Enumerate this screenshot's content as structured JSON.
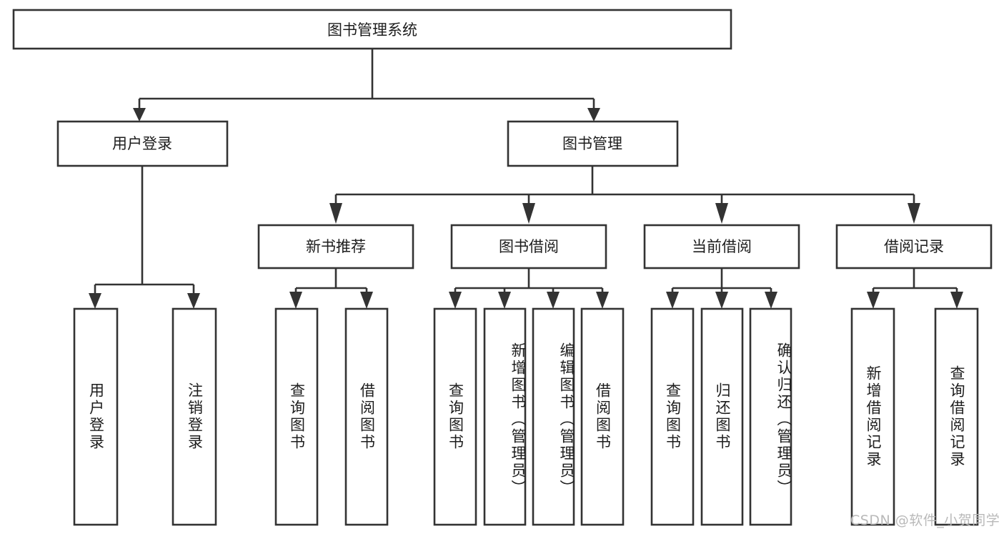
{
  "diagram": {
    "type": "tree",
    "root": {
      "id": "root",
      "label": "图书管理系统"
    },
    "level2": [
      {
        "id": "login",
        "label": "用户登录"
      },
      {
        "id": "bookmgmt",
        "label": "图书管理"
      }
    ],
    "level3": [
      {
        "id": "newbook",
        "label": "新书推荐",
        "parent": "bookmgmt"
      },
      {
        "id": "borrow",
        "label": "图书借阅",
        "parent": "bookmgmt"
      },
      {
        "id": "current",
        "label": "当前借阅",
        "parent": "bookmgmt"
      },
      {
        "id": "records",
        "label": "借阅记录",
        "parent": "bookmgmt"
      }
    ],
    "leaves": [
      {
        "id": "leaf-user-login",
        "label": "用户登录",
        "parent": "login"
      },
      {
        "id": "leaf-user-logout",
        "label": "注销登录",
        "parent": "login"
      },
      {
        "id": "leaf-query-book-1",
        "label": "查询图书",
        "parent": "newbook"
      },
      {
        "id": "leaf-borrow-book-1",
        "label": "借阅图书",
        "parent": "newbook"
      },
      {
        "id": "leaf-query-book-2",
        "label": "查询图书",
        "parent": "borrow"
      },
      {
        "id": "leaf-add-book",
        "label": "新增图书（管理员）",
        "parent": "borrow"
      },
      {
        "id": "leaf-edit-book",
        "label": "编辑图书（管理员）",
        "parent": "borrow"
      },
      {
        "id": "leaf-borrow-book-2",
        "label": "借阅图书",
        "parent": "borrow"
      },
      {
        "id": "leaf-query-book-3",
        "label": "查询图书",
        "parent": "current"
      },
      {
        "id": "leaf-return-book",
        "label": "归还图书",
        "parent": "current"
      },
      {
        "id": "leaf-confirm-return",
        "label": "确认归还（管理员）",
        "parent": "current"
      },
      {
        "id": "leaf-add-record",
        "label": "新增借阅记录",
        "parent": "records"
      },
      {
        "id": "leaf-query-record",
        "label": "查询借阅记录",
        "parent": "records"
      }
    ],
    "colors": {
      "stroke": "#333333",
      "fill": "#ffffff",
      "text": "#1d1d1d",
      "watermark": "#b9b9b9"
    }
  },
  "watermark": {
    "text": "CSDN @软件_小贺同学"
  }
}
